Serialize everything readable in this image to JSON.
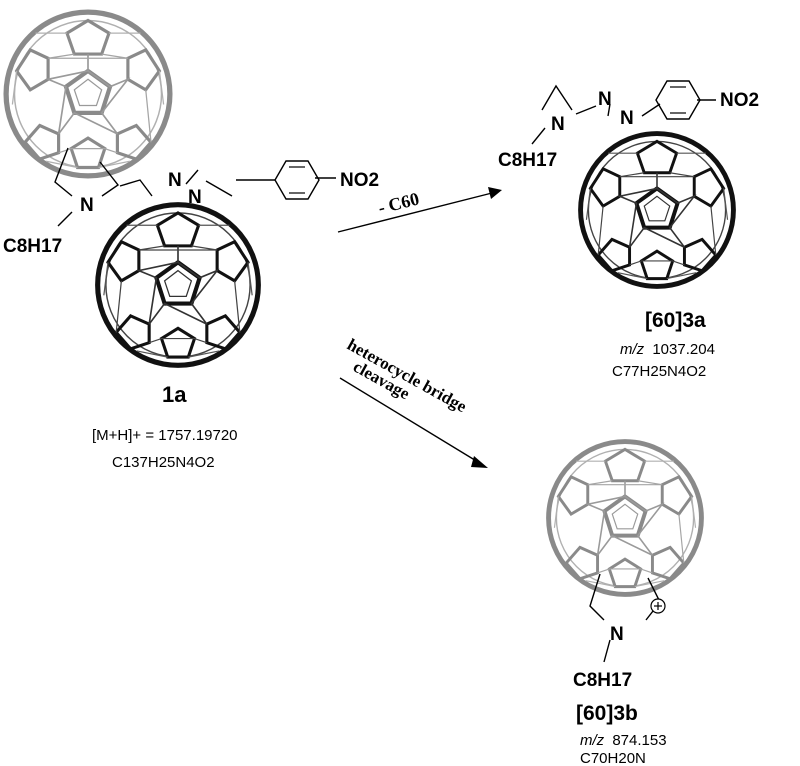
{
  "colors": {
    "ink": "#000000",
    "grey_cage": "#8a8a8a",
    "black_cage": "#111111"
  },
  "compound_1a": {
    "label": "1a",
    "mass_line": "[M+H]+ = 1757.19720",
    "formula": "C137H25N4O2",
    "chain": "C8H17",
    "group": "NO2",
    "atom_n": "N"
  },
  "reaction_top": {
    "condition": "- C60"
  },
  "reaction_bottom": {
    "line1": "heterocycle bridge",
    "line2": "cleavage"
  },
  "compound_3a": {
    "label": "[60]3a",
    "mz_prefix": "m/z",
    "mz_value": "1037.204",
    "formula": "C77H25N4O2",
    "chain": "C8H17",
    "group": "NO2",
    "atom_n": "N"
  },
  "compound_3b": {
    "label": "[60]3b",
    "mz_prefix": "m/z",
    "mz_value": "874.153",
    "formula": "C70H20N",
    "chain": "C8H17",
    "atom_n": "N",
    "charge_icon": "circled-plus-icon"
  }
}
